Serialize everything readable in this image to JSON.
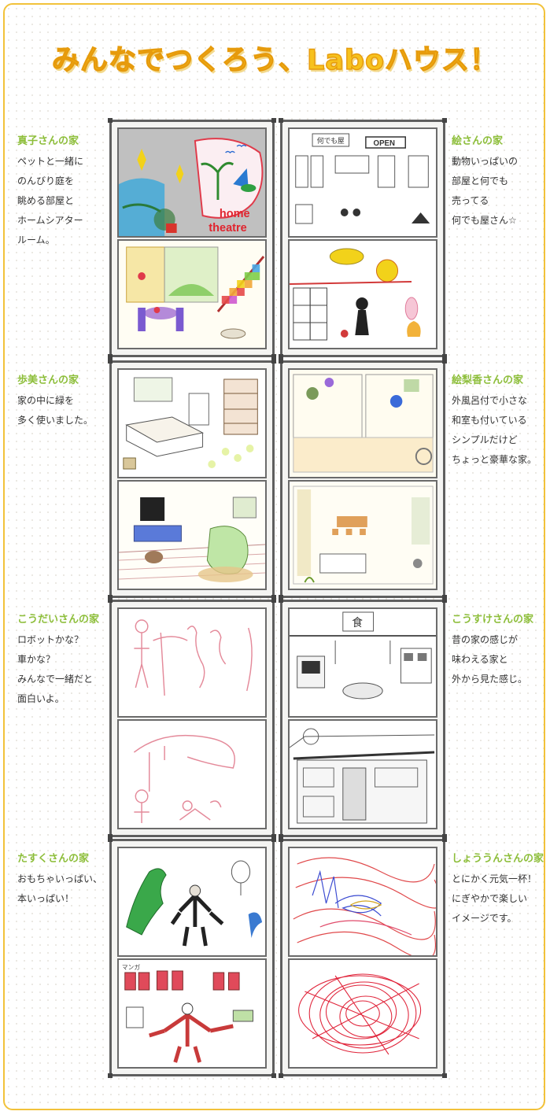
{
  "page": {
    "title": "みんなでつくろう、Laboハウス！",
    "accent_color": "#f7c21d",
    "name_color": "#8dbe3a"
  },
  "houses": [
    {
      "name": "真子さんの家",
      "lines": [
        "ペットと一緒に",
        "のんびり庭を",
        "眺める部屋と",
        "ホームシアター",
        "ルーム。"
      ],
      "drawing_texts": [
        "home",
        "theatre"
      ]
    },
    {
      "name": "絵さんの家",
      "lines": [
        "動物いっぱいの",
        "部屋と何でも",
        "売ってる",
        "何でも屋さん☆"
      ],
      "drawing_texts": [
        "何でも屋",
        "OPEN"
      ]
    },
    {
      "name": "歩美さんの家",
      "lines": [
        "家の中に緑を",
        "多く使いました。"
      ],
      "drawing_texts": []
    },
    {
      "name": "絵梨香さんの家",
      "lines": [
        "外風呂付で小さな",
        "和室も付いている",
        "シンプルだけど",
        "ちょっと豪華な家。"
      ],
      "drawing_texts": []
    },
    {
      "name": "こうだいさんの家",
      "lines": [
        "ロボットかな？",
        "車かな？",
        "みんなで一緒だと",
        "面白いよ。"
      ],
      "drawing_texts": []
    },
    {
      "name": "こうすけさんの家",
      "lines": [
        "昔の家の感じが",
        "味わえる家と",
        "外から見た感じ。"
      ],
      "drawing_texts": [
        "食"
      ]
    },
    {
      "name": "たすくさんの家",
      "lines": [
        "おもちゃいっぱい、",
        "本いっぱい！"
      ],
      "drawing_texts": [
        "マンガ"
      ]
    },
    {
      "name": "しょううんさんの家",
      "lines": [
        "とにかく元気一杯！",
        "にぎやかで楽しい",
        "イメージです。"
      ],
      "drawing_texts": []
    }
  ]
}
